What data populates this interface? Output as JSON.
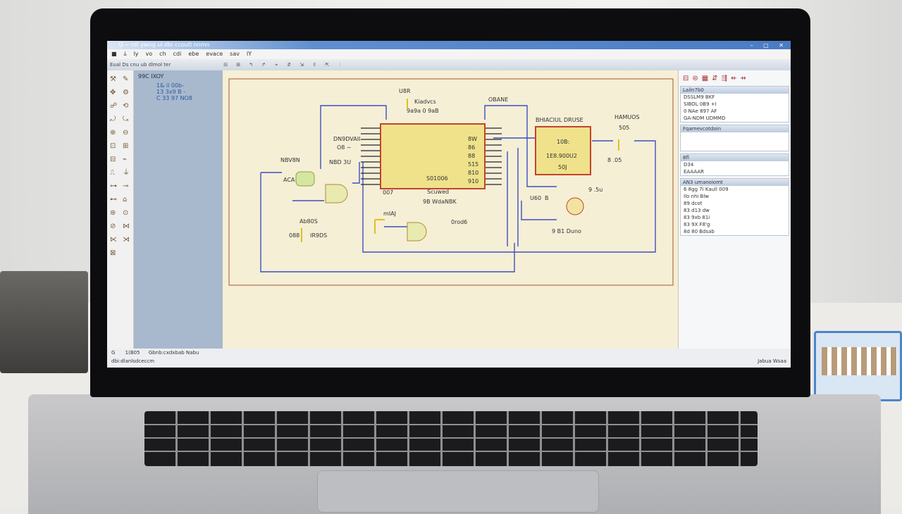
{
  "window": {
    "title": "Q ~ rst ywng ul dbi ccoutl nnmn",
    "controls": "– ▢ ✕"
  },
  "menu": [
    "■",
    "ﾑ",
    "ly",
    "vo",
    "ch",
    "cdi",
    "ebe",
    "evace",
    "sav",
    "lY"
  ],
  "toolbar": {
    "label": "Eual Ds cnu ub dlmol ter",
    "buttons": [
      "⊟",
      "⊞",
      "↰",
      "↱",
      "⌖",
      "⇵",
      "⇲",
      "⇳",
      "⇱",
      "⫶"
    ]
  },
  "icon_column": [
    "⚒",
    "✎",
    "✥",
    "⚙",
    "☍",
    "⟲",
    "⤾",
    "⤿",
    "⊕",
    "⊖",
    "⊡",
    "⊞",
    "⊟",
    "⌁",
    "⎍",
    "⏚",
    "⊶",
    "⊸",
    "⊷",
    "⌂",
    "⊛",
    "⊙",
    "⊘",
    "⋈",
    "⋉",
    "⋊",
    "⊠"
  ],
  "left_panel": {
    "title": "99C IXOY",
    "items": [
      "1& il 00b-",
      "13 3x9 B -",
      "C 33 97 NO8"
    ]
  },
  "schematic": {
    "labels": {
      "top_small": "U8R",
      "crystal": "Kiadvcs",
      "crystal_val": "9a9a 0 9aB",
      "right_top": "OBANE",
      "left_net": "DN9DVAII",
      "left_net2": "O8 ~",
      "ic_left": "NBD 3U",
      "comp_left": "NBV8N",
      "comp_left2": "ACA",
      "mcu_name": "S01006",
      "mcu_pin_bl": "007",
      "mcu_under1": "Scuwed",
      "mcu_under2": "9B WdaNBK",
      "mcu_pins_right": [
        "8W",
        "86",
        "88",
        "515",
        "810",
        "910"
      ],
      "res1": "Ab80S",
      "res2": "IR9DS",
      "res2_pre": "088",
      "bot_ic": "mIAJ",
      "bot_ic2": "0rod6",
      "reg_title": "BHIACIUL DRUSE",
      "reg_l1": "10B:",
      "reg_l2": "1E8.900U2",
      "reg_l3": "50J",
      "right_r": "HAMUOS",
      "right_r2": "505",
      "right_r3": "8 .05",
      "motor1": "U60",
      "motor2": "B",
      "motor3": "9 B1 Duno",
      "motor4": "9 .5u"
    }
  },
  "right_panel": {
    "tools": [
      "⊟",
      "⊜",
      "▦",
      "⇵",
      "⇶",
      "⇷",
      "⇸"
    ],
    "props_head": "Lailn7b0",
    "props": [
      "DSSLM9 BKF",
      "SIBOL 0B9 +I",
      "0 NAe 897 AF",
      "GA-NDM UDMMD"
    ],
    "sec2_head": "Fqamevcotdoin",
    "sec3_head": "8fl",
    "sec3_items": [
      "D34",
      "EAAAAR"
    ],
    "sec4_head": "AN3 umanoiomt",
    "list": [
      "6 8gg 7i Kaull 009",
      "Ilo nhi Blw",
      "89 dcot",
      "83 d13 dw",
      "83 9xb 81i",
      "83 9X F8'g",
      "8d 80 Bdsab"
    ]
  },
  "status": {
    "left1": "G",
    "left2": "1(B05",
    "left3": "Gbnb:cxdxbab Nabu",
    "left4": "dbi:dlanlsdceccm",
    "right": "Jabua Wsaa"
  },
  "colors": {
    "wire": "#3f4fc0",
    "ic_body": "#efe28a",
    "ic_border": "#c4432a",
    "canvas": "#f5efd6",
    "panel": "#a8b8cd"
  }
}
